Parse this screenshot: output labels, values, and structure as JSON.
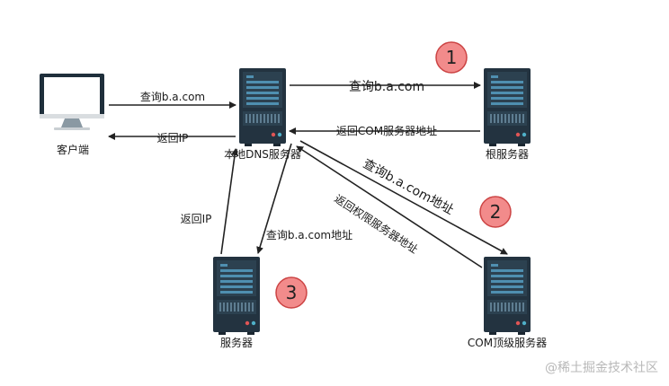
{
  "nodes": {
    "client": "客户端",
    "local_dns": "本地DNS服务器",
    "root": "根服务器",
    "com": "COM顶级服务器",
    "auth": "服务器"
  },
  "edges": {
    "client_to_local": "查询b.a.com",
    "local_to_client": "返回IP",
    "local_to_root": "查询b.a.com",
    "root_to_local": "返回COM服务器地址",
    "local_to_com": "查询b.a.com地址",
    "com_to_local": "返回权限服务器地址",
    "local_to_auth": "查询b.a.com地址",
    "auth_to_local": "返回IP"
  },
  "steps": [
    "1",
    "2",
    "3"
  ],
  "watermark": "@稀土掘金技术社区",
  "colors": {
    "server_body": "#233340",
    "server_panel": "#3a5566",
    "server_stripe": "#4f8fb0",
    "badge_fill": "#f28b8b",
    "badge_stroke": "#c44",
    "arrow": "#222222"
  }
}
